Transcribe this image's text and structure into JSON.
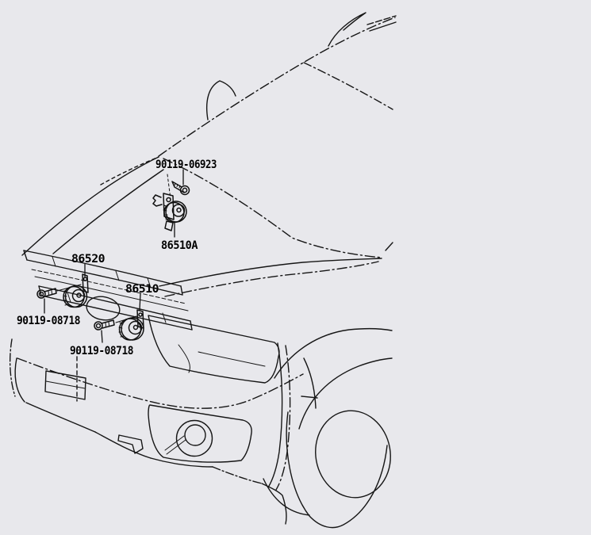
{
  "diagram": {
    "background_color": "#e8e8ec",
    "line_color": "#161616",
    "label_color": "#000000",
    "labels": [
      {
        "text": "90119-06923",
        "part": "horn-mounting-bolt-upper"
      },
      {
        "text": "86510A",
        "part": "horn-assembly-upper"
      },
      {
        "text": "86520",
        "part": "horn-low-pitched"
      },
      {
        "text": "86510",
        "part": "horn-high-pitched"
      },
      {
        "text": "90119-08718",
        "part": "horn-mounting-bolt-left"
      },
      {
        "text": "90119-08718",
        "part": "horn-mounting-bolt-center"
      }
    ]
  }
}
